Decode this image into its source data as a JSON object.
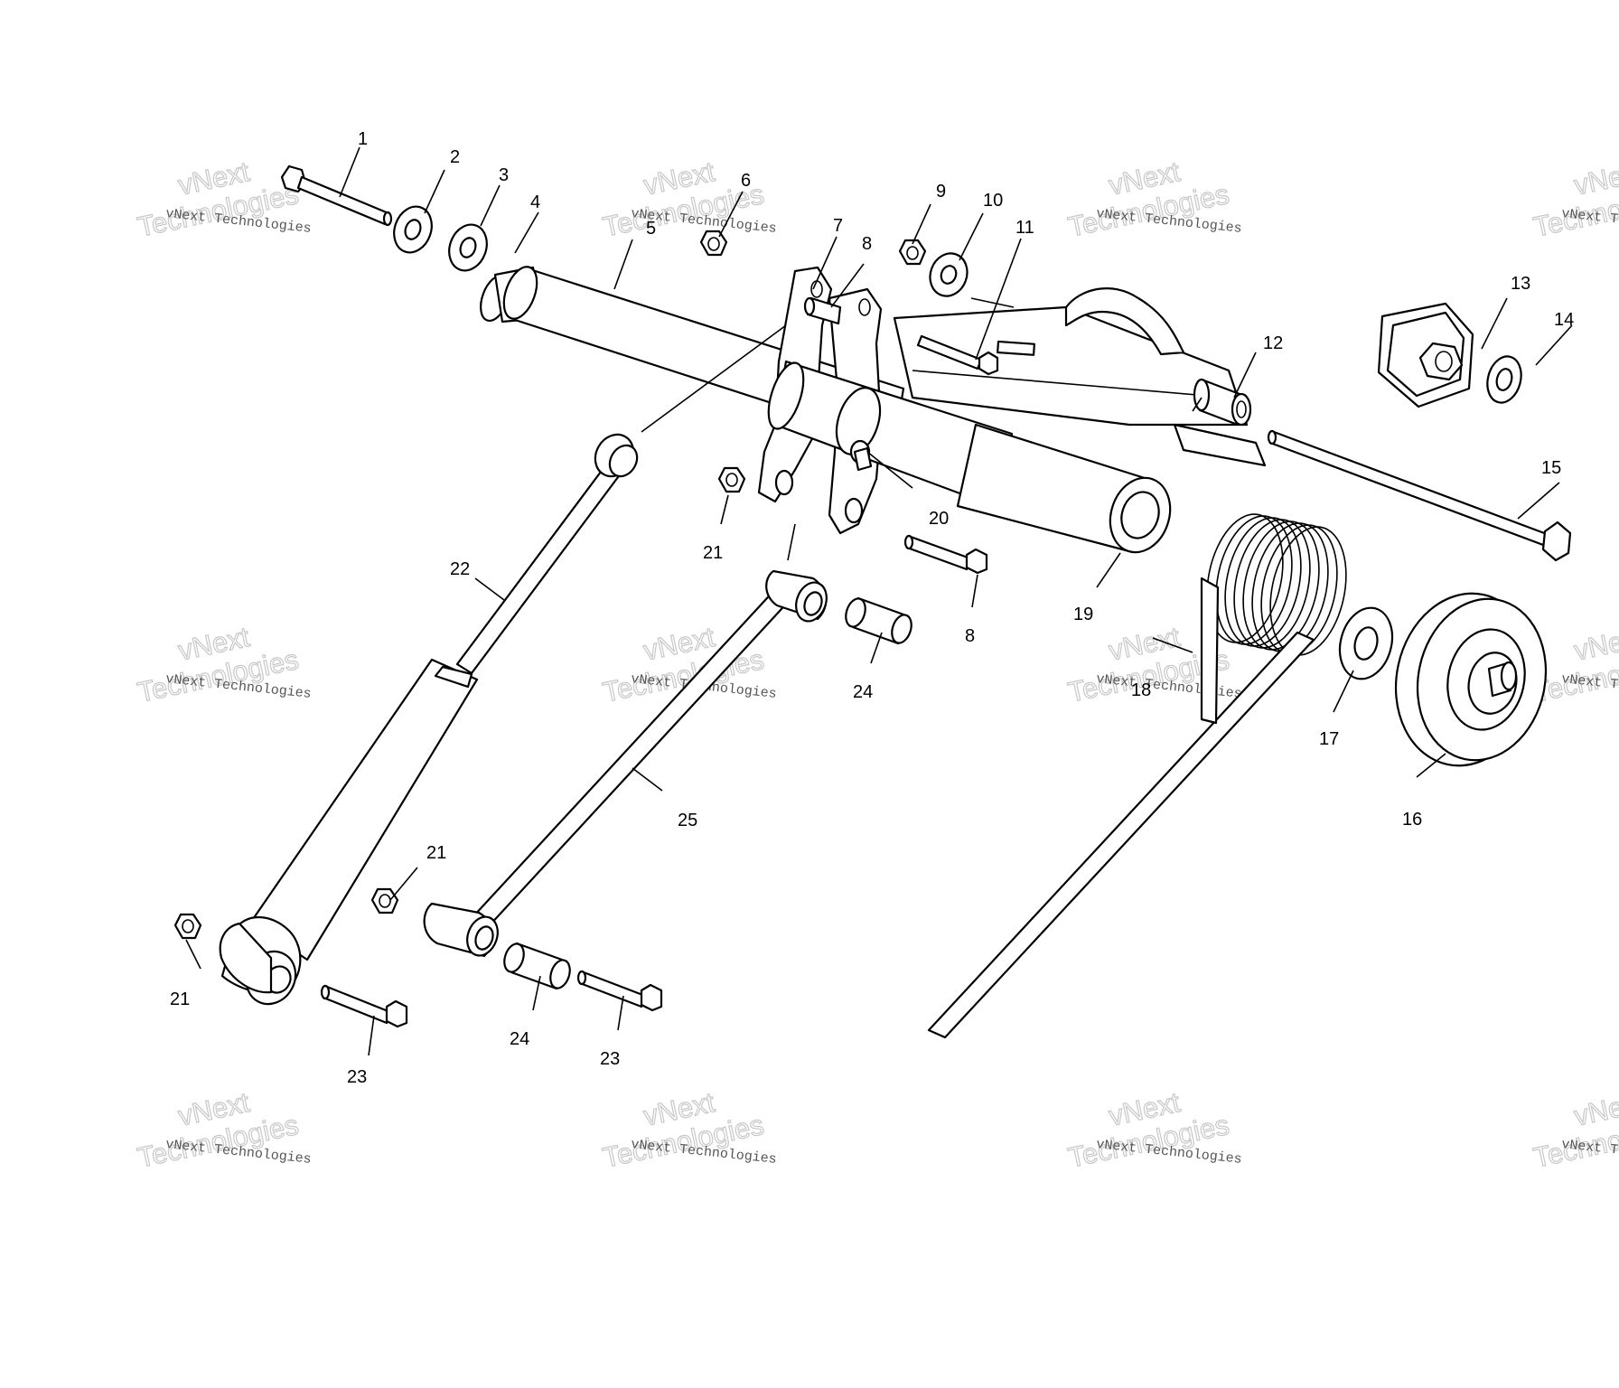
{
  "watermark": {
    "small": "vNext Technologies",
    "large_top": "vNext",
    "large_bottom": "Technologies"
  },
  "callouts": [
    {
      "id": "c1",
      "label": "1"
    },
    {
      "id": "c2",
      "label": "2"
    },
    {
      "id": "c3",
      "label": "3"
    },
    {
      "id": "c4",
      "label": "4"
    },
    {
      "id": "c5",
      "label": "5"
    },
    {
      "id": "c6",
      "label": "6"
    },
    {
      "id": "c7",
      "label": "7"
    },
    {
      "id": "c8a",
      "label": "8"
    },
    {
      "id": "c8b",
      "label": "8"
    },
    {
      "id": "c9",
      "label": "9"
    },
    {
      "id": "c10",
      "label": "10"
    },
    {
      "id": "c11",
      "label": "11"
    },
    {
      "id": "c12",
      "label": "12"
    },
    {
      "id": "c13",
      "label": "13"
    },
    {
      "id": "c14",
      "label": "14"
    },
    {
      "id": "c15",
      "label": "15"
    },
    {
      "id": "c16",
      "label": "16"
    },
    {
      "id": "c17",
      "label": "17"
    },
    {
      "id": "c18",
      "label": "18"
    },
    {
      "id": "c19",
      "label": "19"
    },
    {
      "id": "c20",
      "label": "20"
    },
    {
      "id": "c21a",
      "label": "21"
    },
    {
      "id": "c21b",
      "label": "21"
    },
    {
      "id": "c21c",
      "label": "21"
    },
    {
      "id": "c22",
      "label": "22"
    },
    {
      "id": "c23a",
      "label": "23"
    },
    {
      "id": "c23b",
      "label": "23"
    },
    {
      "id": "c24a",
      "label": "24"
    },
    {
      "id": "c24b",
      "label": "24"
    },
    {
      "id": "c25",
      "label": "25"
    }
  ]
}
